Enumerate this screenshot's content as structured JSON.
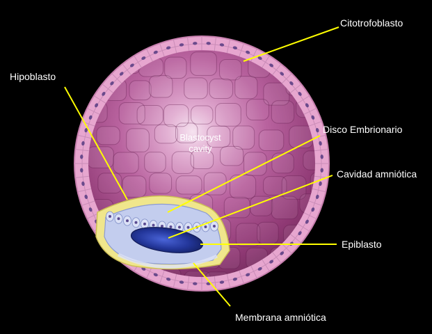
{
  "labels": {
    "citotrofoblasto": "Citotrofoblasto",
    "hipoblasto": "Hipoblasto",
    "disco_embrionario": "Disco Embrionario",
    "cavidad_amniotica": "Cavidad amniótica",
    "epiblasto": "Epiblasto",
    "membrana_amniotica": "Membrana amniótica"
  },
  "cavity": {
    "line1": "Blastocyst",
    "line2": "cavity"
  },
  "colors": {
    "background": "#000000",
    "leader_line": "#ffff00",
    "label_text": "#ffffff",
    "trophoblast_wall": "#e7a6cf",
    "cavity_interior": "#b0518f",
    "hypoblast_layer": "#f0e68c",
    "epiblast_cells": "#b9c4e8",
    "amniotic_cavity": "#2a3d9e"
  }
}
